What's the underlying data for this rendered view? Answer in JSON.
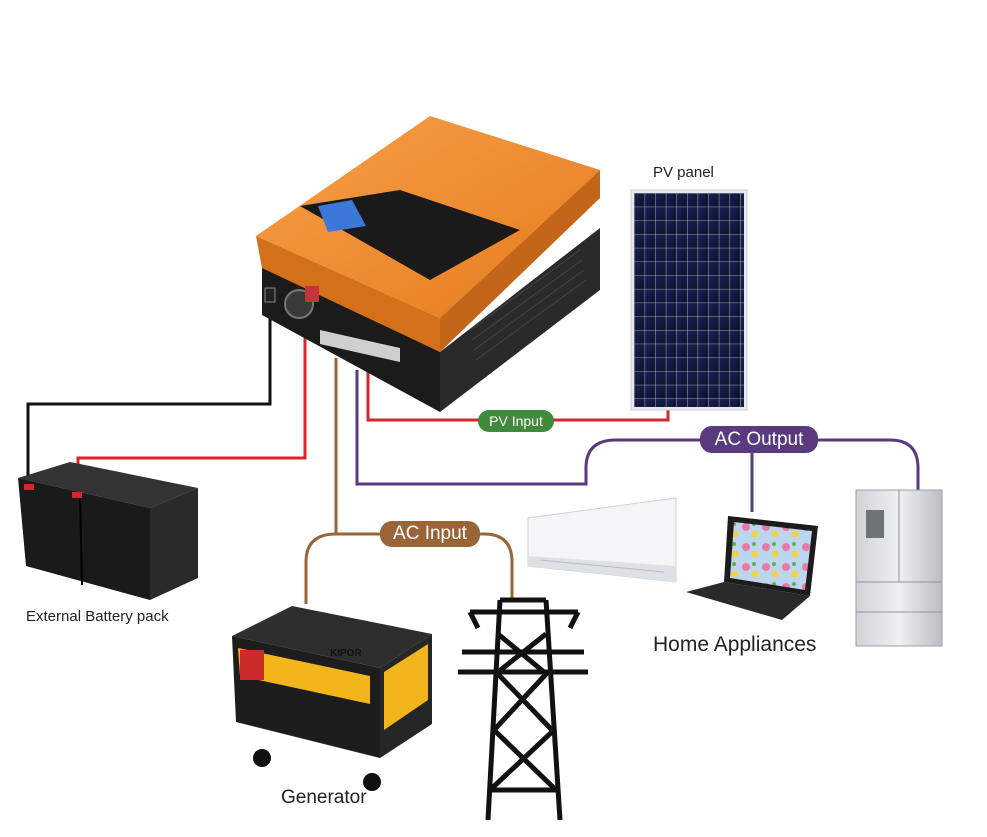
{
  "labels": {
    "pv_panel": "PV panel",
    "external_battery": "External Battery pack",
    "home_appliances": "Home Appliances",
    "generator": "Generator"
  },
  "connections": {
    "pv_input": "PV Input",
    "ac_output": "AC Output",
    "ac_input": "AC Input"
  },
  "brand": {
    "generator_brand": "KIPOR"
  },
  "colors": {
    "inverter_orange": "#f08a2c",
    "pv_line": "#d9262e",
    "pv_pill": "#3f8a3d",
    "ac_output": "#5a3a7e",
    "ac_input": "#9a6436",
    "battery_neg": "#111111",
    "battery_pos": "#d9262e"
  }
}
